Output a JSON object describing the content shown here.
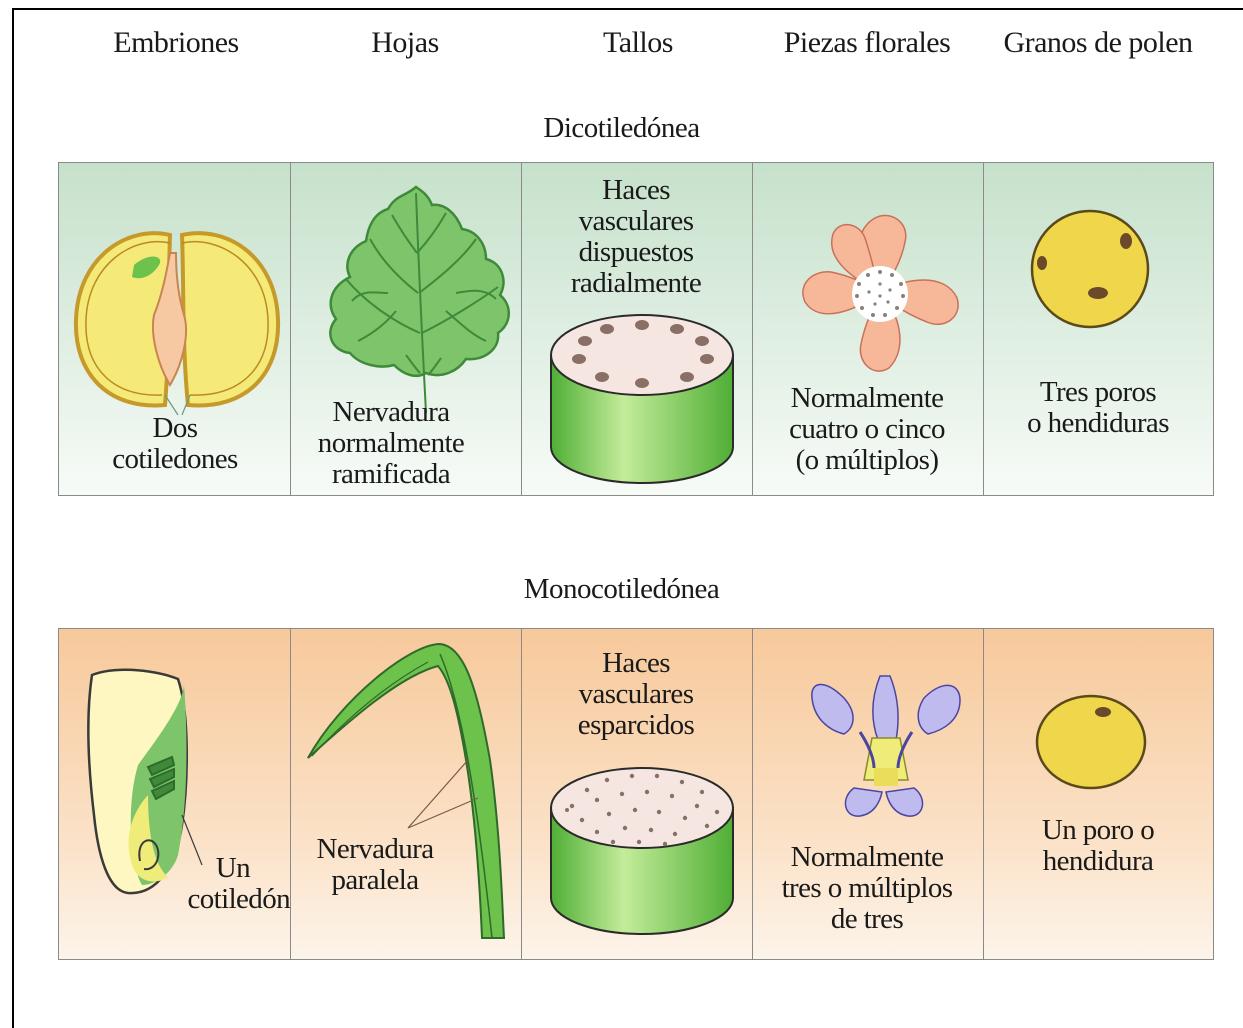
{
  "columns": [
    "Embriones",
    "Hojas",
    "Tallos",
    "Piezas florales",
    "Granos de polen"
  ],
  "dicot": {
    "title": "Dicotiledónea",
    "embryo_label": [
      "Dos",
      "cotiledones"
    ],
    "leaf_label": [
      "Nervadura",
      "normalmente",
      "ramificada"
    ],
    "stem_label": [
      "Haces",
      "vasculares",
      "dispuestos",
      "radialmente"
    ],
    "flower_label": [
      "Normalmente",
      "cuatro o cinco",
      "(o múltiplos)"
    ],
    "pollen_label": [
      "Tres poros",
      "o hendiduras"
    ]
  },
  "monocot": {
    "title": "Monocotiledónea",
    "embryo_label": [
      "Un",
      "cotiledón"
    ],
    "leaf_label": [
      "Nervadura",
      "paralela"
    ],
    "stem_label": [
      "Haces",
      "vasculares",
      "esparcidos"
    ],
    "flower_label": [
      "Normalmente",
      "tres o múltiplos",
      "de tres"
    ],
    "pollen_label": [
      "Un poro o",
      "hendidura"
    ]
  },
  "colors": {
    "dicot_panel": "#c6e1cb",
    "monocot_panel": "#f7c99b",
    "leaf_green": "#7dc46b",
    "stem_green": "#6cc24a",
    "seed_yellow": "#f5ea78",
    "flower_salmon": "#f7b89a",
    "flower_violet": "#a9a3e0"
  }
}
